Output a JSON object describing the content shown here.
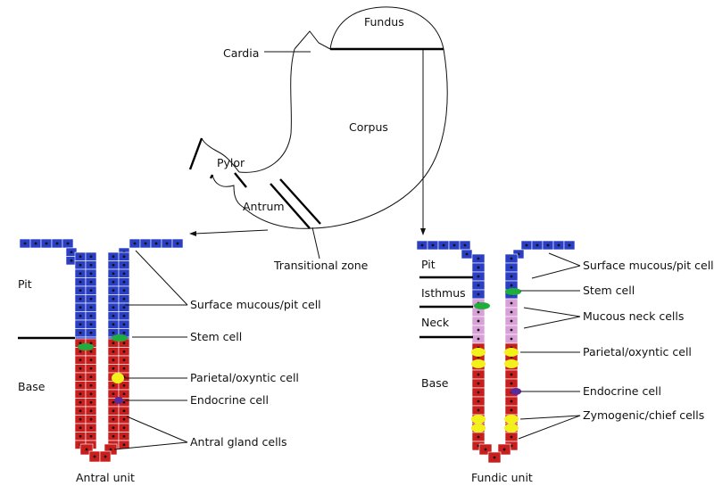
{
  "stomach": {
    "fundus": "Fundus",
    "cardia": "Cardia",
    "corpus": "Corpus",
    "pylor": "Pylor",
    "antrum": "Antrum",
    "transitional_zone": "Transitional zone"
  },
  "antral": {
    "pit": "Pit",
    "base": "Base",
    "surface": "Surface mucous/pit cell",
    "stem": "Stem cell",
    "parietal": "Parietal/oxyntic cell",
    "endocrine": "Endocrine cell",
    "gland": "Antral gland cells",
    "title": "Antral unit"
  },
  "fundic": {
    "pit": "Pit",
    "isthmus": "Isthmus",
    "neck": "Neck",
    "base": "Base",
    "surface": "Surface mucous/pit cells",
    "stem": "Stem cell",
    "mucous_neck": "Mucous neck cells",
    "parietal": "Parietal/oxyntic cell",
    "endocrine": "Endocrine cell",
    "zymogenic": "Zymogenic/chief cells",
    "title": "Fundic unit"
  },
  "colors": {
    "surface_mucous": "#2a3fc4",
    "gland_red": "#c81e1e",
    "stem_green": "#1fae3c",
    "parietal_yellow": "#f2f21a",
    "mucous_neck_pink": "#d9a0d8",
    "endocrine_purple": "#5a2a9a",
    "nucleus": "#111111"
  }
}
